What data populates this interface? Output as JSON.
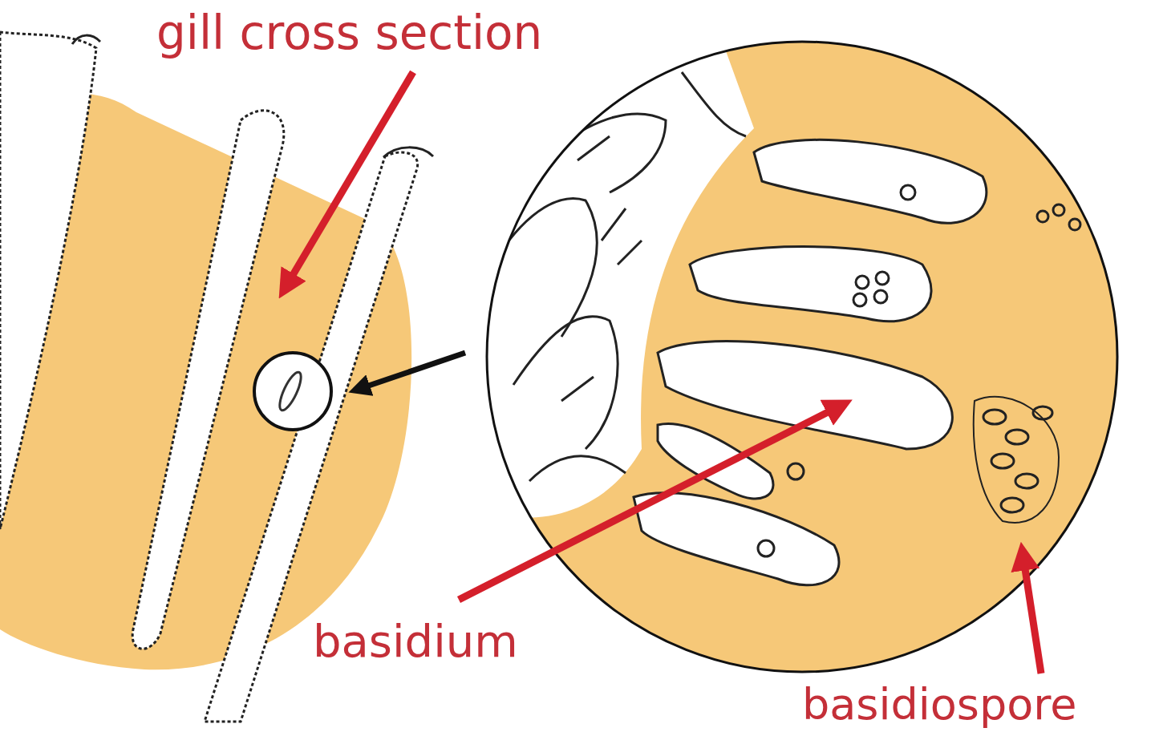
{
  "diagram": {
    "labels": [
      "gill cross section",
      "basidium",
      "basidiospore"
    ]
  }
}
